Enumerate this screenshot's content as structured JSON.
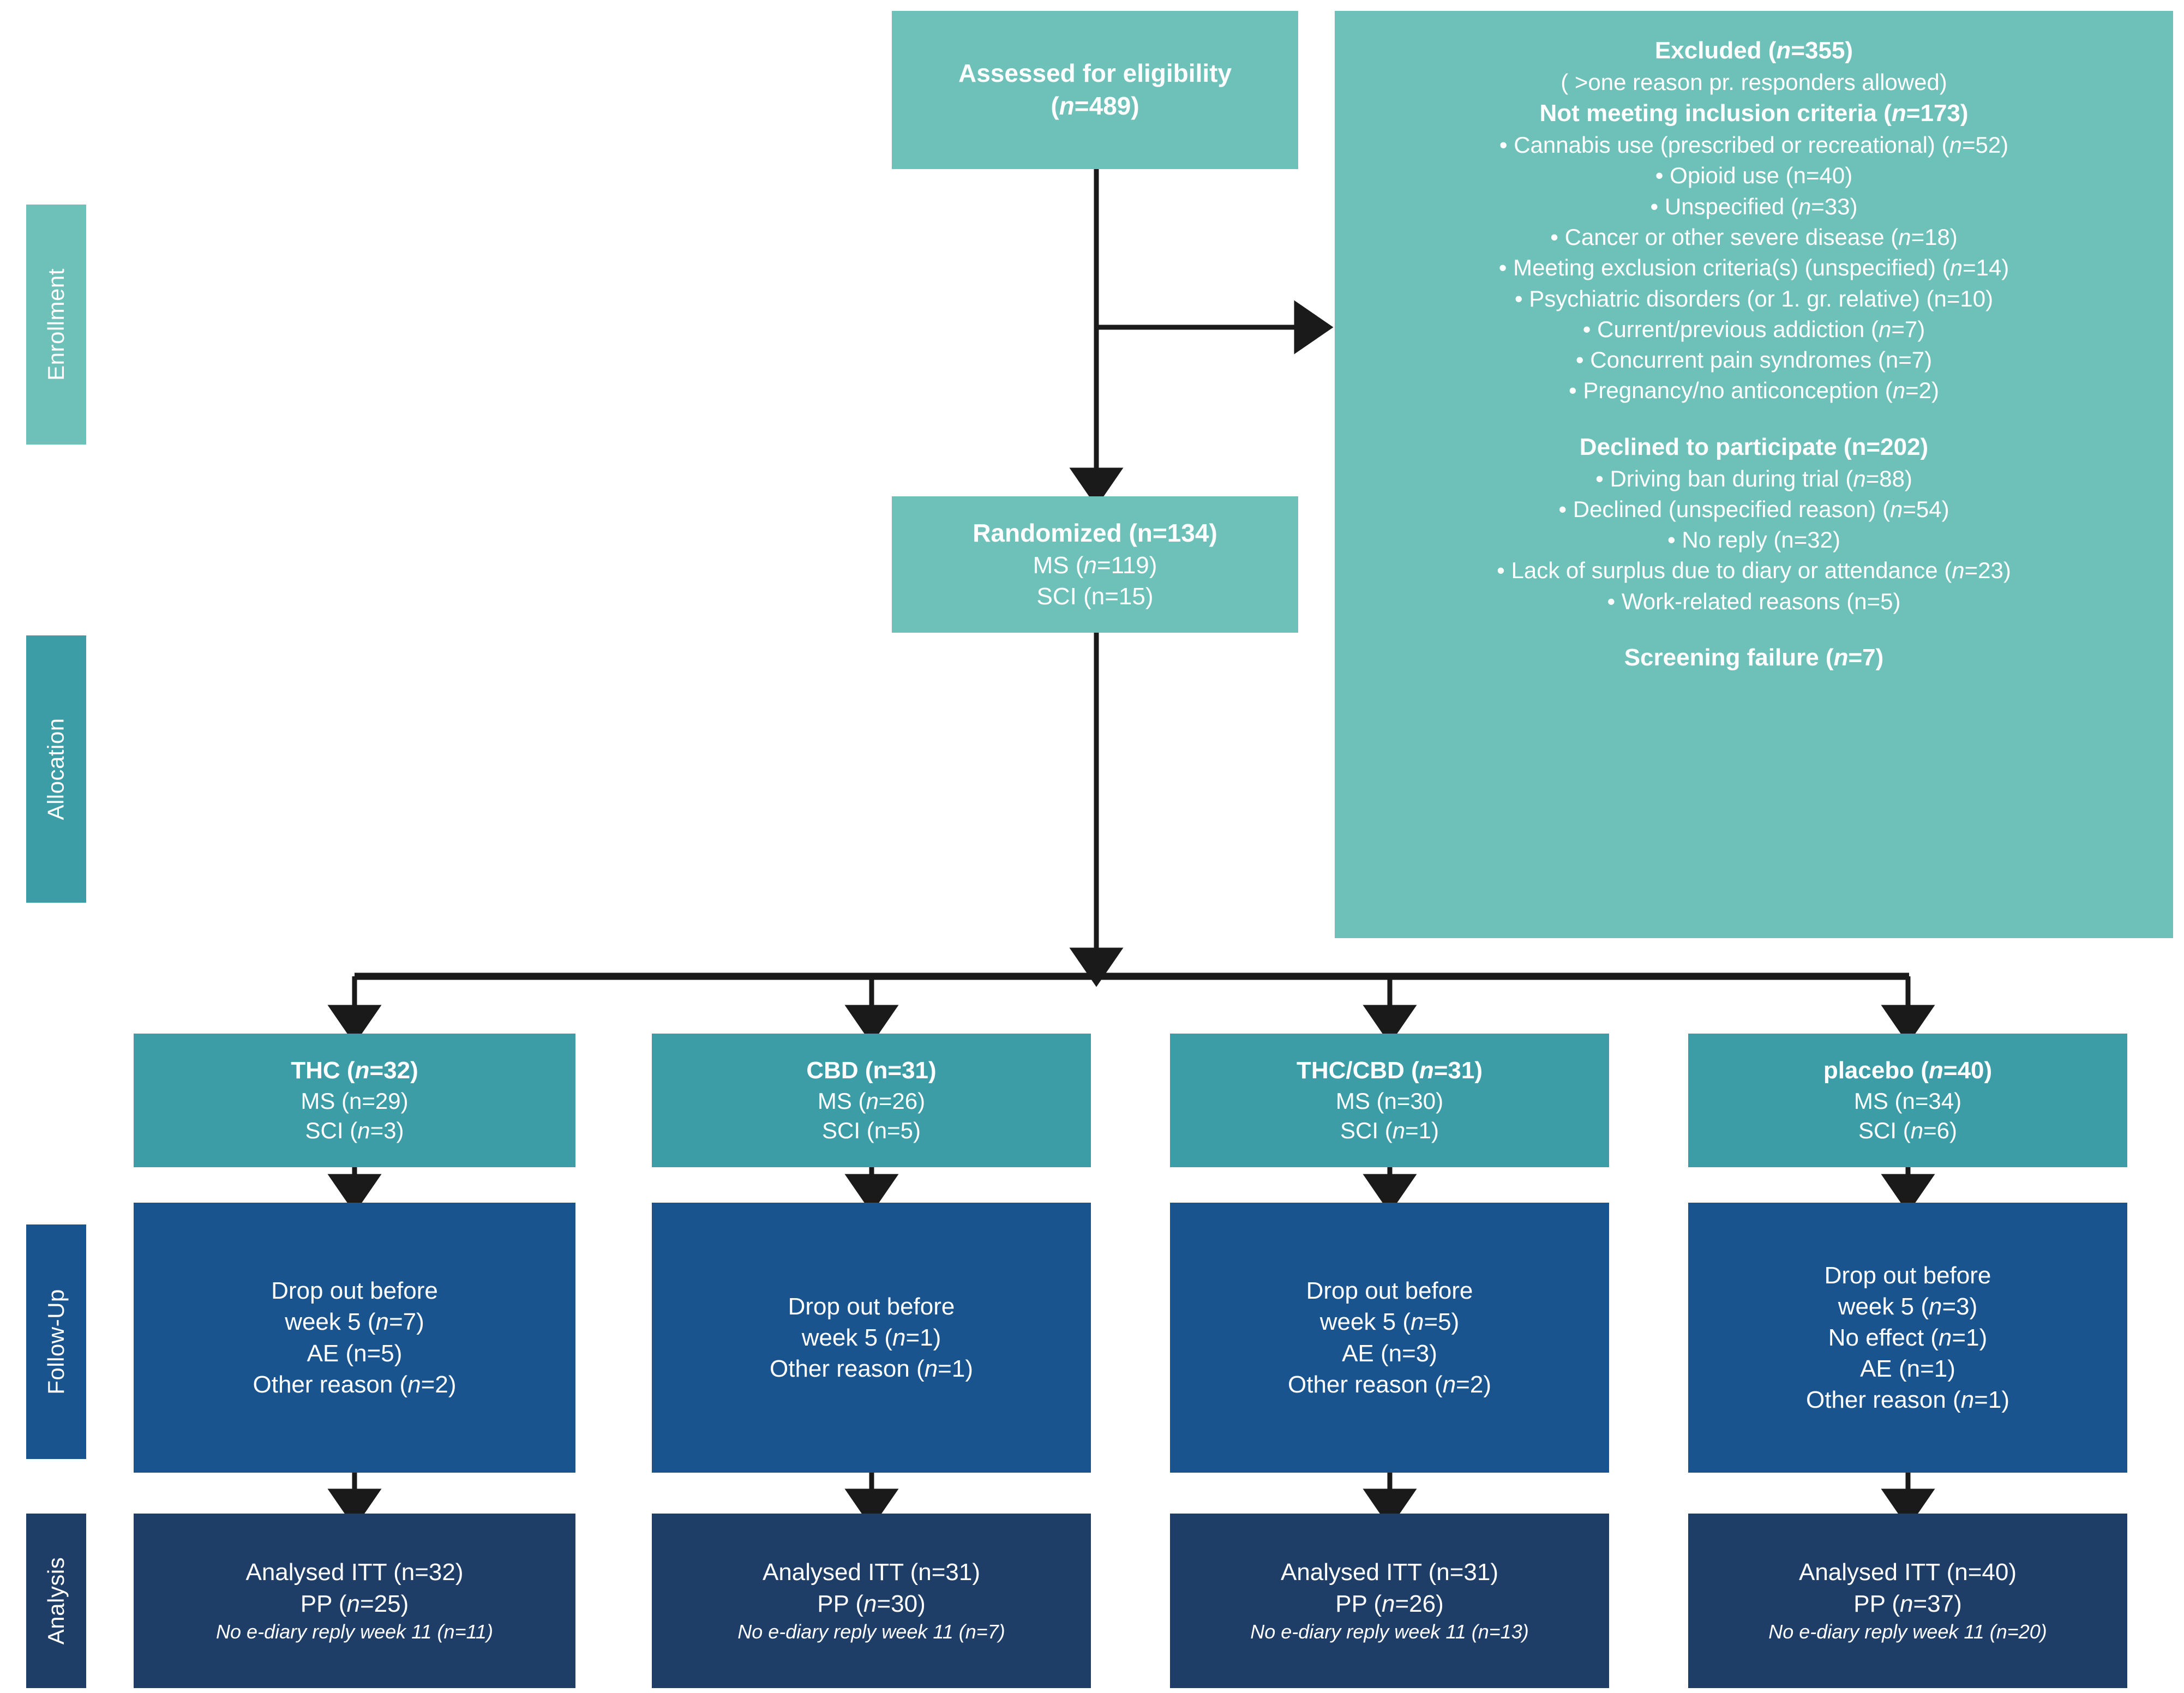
{
  "bands": [
    {
      "name": "enrollment",
      "label": "Enrollment",
      "color": "#6EC1B9"
    },
    {
      "name": "allocation",
      "label": "Allocation",
      "color": "#3C9DA6"
    },
    {
      "name": "followup",
      "label": "Follow-Up",
      "color": "#19548F"
    },
    {
      "name": "analysis",
      "label": "Analysis",
      "color": "#1E3E67"
    }
  ],
  "assessed": {
    "title": "Assessed for eligibility",
    "n": "(n=489)"
  },
  "randomized": {
    "title": "Randomized (n=134)",
    "ms": "MS (n=119)",
    "sci": "SCI (n=15)"
  },
  "excluded": {
    "heading": "Excluded (n=355)",
    "note": "( >one reason pr. responders allowed)",
    "section1_heading": "Not meeting inclusion criteria (n=173)",
    "section1_items": [
      "Cannabis use (prescribed or recreational) (n=52)",
      "Opioid use (n=40)",
      "Unspecified (n=33)",
      "Cancer or other severe disease (n=18)",
      "Meeting exclusion criteria(s) (unspecified) (n=14)",
      "Psychiatric disorders (or 1. gr. relative) (n=10)",
      "Current/previous addiction (n=7)",
      "Concurrent pain syndromes (n=7)",
      "Pregnancy/no anticonception (n=2)"
    ],
    "section2_heading": "Declined to participate (n=202)",
    "section2_items": [
      "Driving ban during trial (n=88)",
      "Declined (unspecified reason) (n=54)",
      "No reply (n=32)",
      "Lack of surplus due to diary or attendance (n=23)",
      "Work-related reasons (n=5)"
    ],
    "section3_heading": "Screening failure (n=7)"
  },
  "arms": [
    {
      "key": "thc",
      "alloc_title": "THC (n=32)",
      "alloc_ms": "MS (n=29)",
      "alloc_sci": "SCI (n=3)",
      "dropout_lines": [
        "Drop out before",
        "week 5 (n=7)",
        "AE (n=5)",
        "Other reason (n=2)"
      ],
      "analysis_itt": "Analysed  ITT (n=32)",
      "analysis_pp": "PP (n=25)",
      "analysis_note": "No e-diary reply week 11 (n=11)"
    },
    {
      "key": "cbd",
      "alloc_title": "CBD (n=31)",
      "alloc_ms": "MS (n=26)",
      "alloc_sci": "SCI (n=5)",
      "dropout_lines": [
        "Drop out before",
        "week 5 (n=1)",
        "Other reason (n=1)"
      ],
      "analysis_itt": "Analysed  ITT (n=31)",
      "analysis_pp": "PP (n=30)",
      "analysis_note": "No e-diary reply week 11 (n=7)"
    },
    {
      "key": "thccbd",
      "alloc_title": "THC/CBD (n=31)",
      "alloc_ms": "MS (n=30)",
      "alloc_sci": "SCI (n=1)",
      "dropout_lines": [
        "Drop out before",
        "week 5 (n=5)",
        "AE (n=3)",
        "Other reason (n=2)"
      ],
      "analysis_itt": "Analysed  ITT (n=31)",
      "analysis_pp": "PP (n=26)",
      "analysis_note": "No e-diary reply week 11 (n=13)"
    },
    {
      "key": "placebo",
      "alloc_title": "placebo (n=40)",
      "alloc_ms": "MS (n=34)",
      "alloc_sci": "SCI (n=6)",
      "dropout_lines": [
        "Drop out before",
        "week 5 (n=3)",
        "No effect (n=1)",
        "AE (n=1)",
        "Other reason (n=1)"
      ],
      "analysis_itt": "Analysed  ITT (n=40)",
      "analysis_pp": "PP (n=37)",
      "analysis_note": "No e-diary reply week 11 (n=20)"
    }
  ],
  "colors": {
    "teal_light": "#6EC1B9",
    "teal_dark": "#3C9DA6",
    "blue": "#19548F",
    "navy": "#1E3E67",
    "connector": "#1A1A1A"
  }
}
